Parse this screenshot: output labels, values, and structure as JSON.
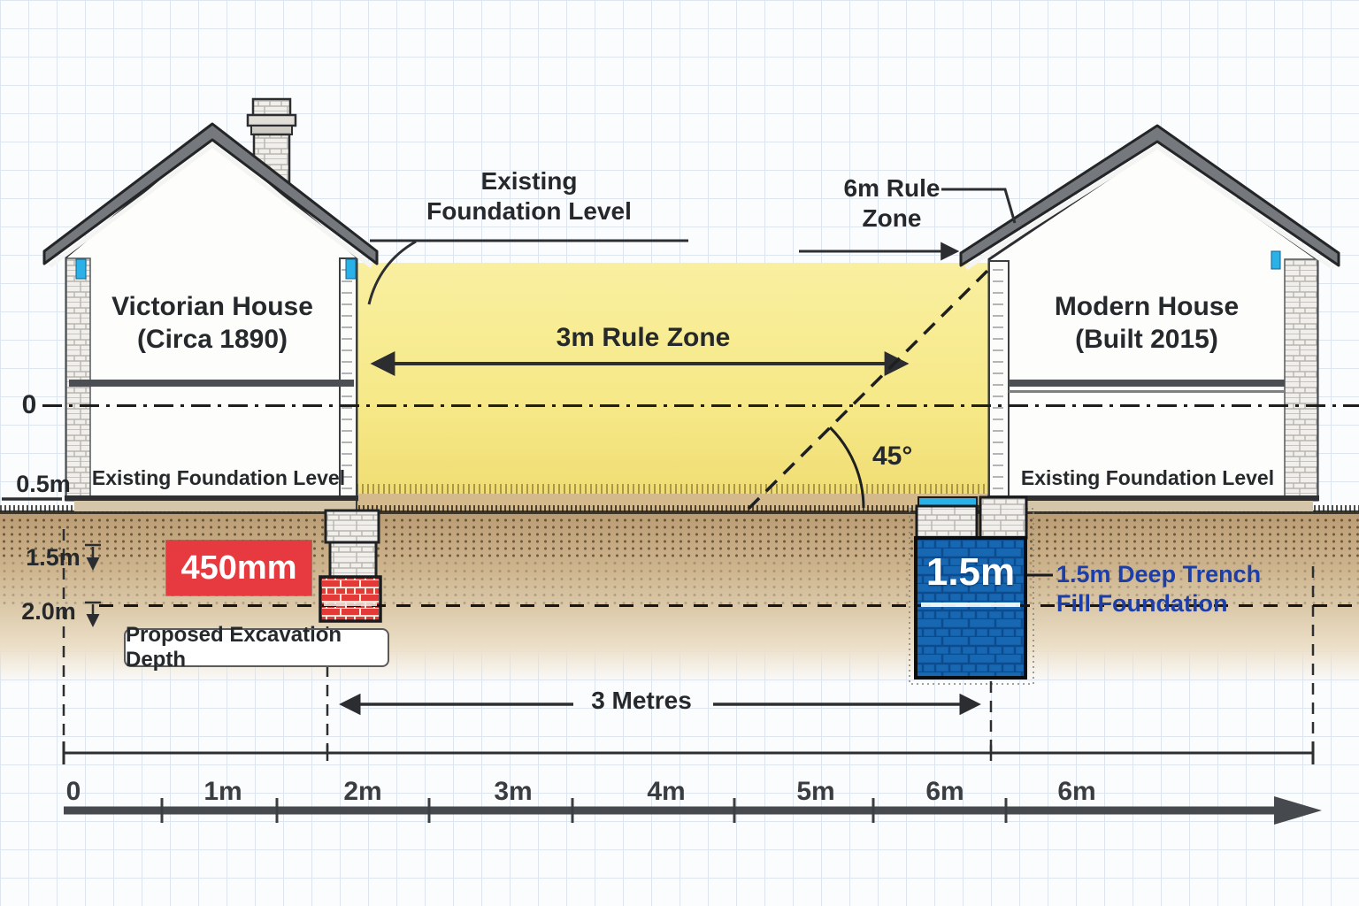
{
  "diagram": {
    "victorian_house": {
      "name": "Victorian House",
      "era": "(Circa 1890)",
      "foundation_label": "Existing Foundation Level"
    },
    "modern_house": {
      "name": "Modern House",
      "era": "(Built 2015)",
      "foundation_label": "Existing Foundation Level"
    },
    "callouts": {
      "existing_foundation_line1": "Existing",
      "existing_foundation_line2": "Foundation Level",
      "six_m_rule_line1": "6m Rule",
      "six_m_rule_line2": "Zone",
      "three_m_rule_zone": "3m Rule Zone",
      "angle": "45°",
      "excavation_depth_value": "450mm",
      "proposed_excavation": "Proposed Excavation Depth",
      "trench_depth_value": "1.5m",
      "trench_note_line1": "1.5m Deep Trench",
      "trench_note_line2": "Fill Foundation",
      "distance": "3 Metres"
    },
    "depth_scale": {
      "labels": [
        "0",
        "0.5m",
        "1.5m",
        "2.0m"
      ]
    },
    "ruler": {
      "labels": [
        "0",
        "1m",
        "2m",
        "3m",
        "4m",
        "5m",
        "6m",
        "6m"
      ]
    },
    "colors": {
      "rule_zone_yellow": "#f6e886",
      "alert_red": "#e73a40",
      "foundation_blue": "#1767b2",
      "note_blue": "#1c3ea8",
      "dpc_cyan": "#2ab2e8",
      "soil_tan": "#cdb38c"
    }
  }
}
